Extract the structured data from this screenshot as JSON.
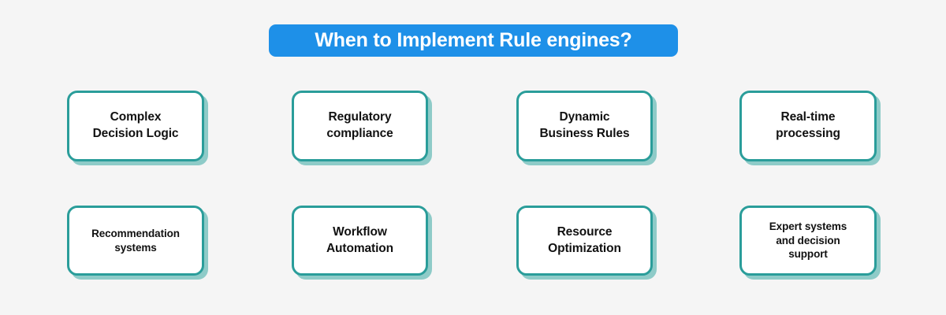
{
  "page": {
    "background_color": "#f5f5f5"
  },
  "header": {
    "title": "When to Implement Rule engines?",
    "banner_color": "#1e90e8",
    "title_color": "#ffffff"
  },
  "theme": {
    "card_border_color": "#2a9d9a",
    "card_shadow_color": "#8ecbc8",
    "card_fill_color": "#ffffff",
    "card_text_color": "#111111"
  },
  "main": {
    "rows": [
      {
        "row_index": 1,
        "cards": [
          {
            "label": "Complex\nDecision Logic",
            "line1": "Complex",
            "line2": "Decision Logic"
          },
          {
            "label": "Regulatory\ncompliance",
            "line1": "Regulatory",
            "line2": "compliance"
          },
          {
            "label": "Dynamic\nBusiness Rules",
            "line1": "Dynamic",
            "line2": "Business Rules"
          },
          {
            "label": "Real-time\nprocessing",
            "line1": "Real-time",
            "line2": "processing"
          }
        ]
      },
      {
        "row_index": 2,
        "cards": [
          {
            "label": "Recommendation\nsystems",
            "line1": "Recommendation",
            "line2": "systems"
          },
          {
            "label": "Workflow\nAutomation",
            "line1": "Workflow",
            "line2": "Automation"
          },
          {
            "label": "Resource\nOptimization",
            "line1": "Resource",
            "line2": "Optimization"
          },
          {
            "label": "Expert systems\nand decision\nsupport",
            "line1": "Expert systems",
            "line2": "and decision",
            "line3": "support"
          }
        ]
      }
    ]
  }
}
